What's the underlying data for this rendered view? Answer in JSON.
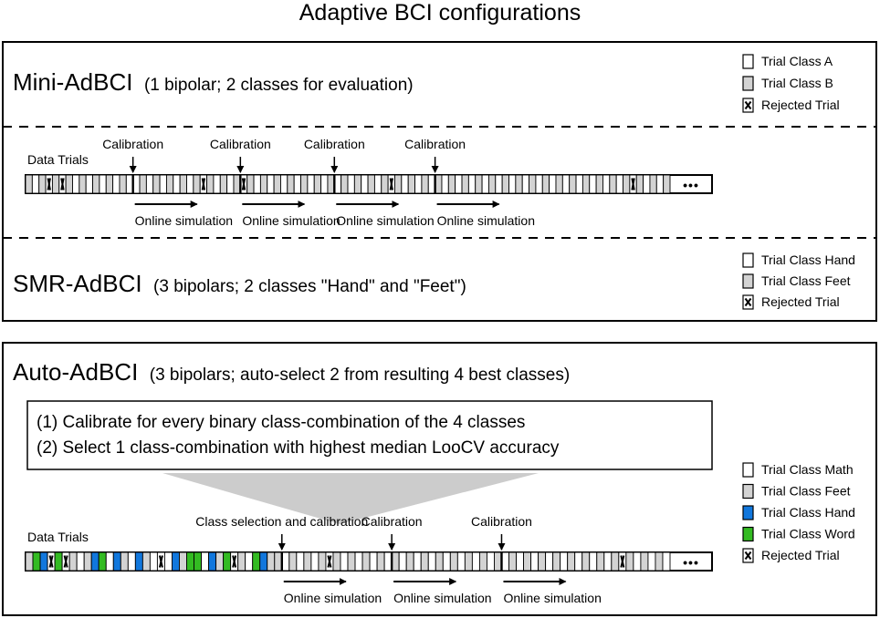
{
  "title": "Adaptive BCI configurations",
  "colors": {
    "class_a": "#ffffff",
    "class_b": "#d3d3d3",
    "hand_blue": "#1177dd",
    "word_green": "#33bb22",
    "funnel_gray": "#cccccc",
    "border": "#000000"
  },
  "mini": {
    "name": "Mini-AdBCI",
    "desc": "(1 bipolar; 2 classes for evaluation)",
    "legend": [
      {
        "label": "Trial Class A",
        "type": "A"
      },
      {
        "label": "Trial Class B",
        "type": "B"
      },
      {
        "label": "Rejected Trial",
        "type": "X"
      }
    ],
    "data_trials_label": "Data Trials",
    "trials": [
      "B",
      "A",
      "B",
      "X",
      "B",
      "X",
      "B",
      "A",
      "B",
      "A",
      "B",
      "A",
      "B",
      "A",
      "B",
      "A",
      "A",
      "B",
      "A",
      "B",
      "A",
      "B",
      "A",
      "B",
      "A",
      "B",
      "X",
      "B",
      "A",
      "B",
      "A",
      "B",
      "X",
      "B",
      "A",
      "B",
      "A",
      "B",
      "A",
      "B",
      "A",
      "B",
      "A",
      "B",
      "A",
      "B",
      "A",
      "B",
      "A",
      "B",
      "A",
      "B",
      "A",
      "B",
      "X",
      "B",
      "A",
      "B",
      "A",
      "B",
      "A",
      "B",
      "A",
      "B",
      "A",
      "B",
      "A",
      "B",
      "A",
      "B",
      "A",
      "B",
      "A",
      "B",
      "A",
      "B",
      "A",
      "B",
      "A",
      "B",
      "A",
      "B",
      "A",
      "B",
      "A",
      "B",
      "A",
      "B",
      "A",
      "B",
      "X",
      "B",
      "A",
      "B",
      "A",
      "B"
    ],
    "calibration_label": "Calibration",
    "calibration_after": [
      16,
      32,
      46,
      61
    ],
    "online_label": "Online simulation",
    "ellipsis": "•••"
  },
  "smr": {
    "name": "SMR-AdBCI",
    "desc": "(3 bipolars; 2 classes \"Hand\" and \"Feet\")",
    "legend": [
      {
        "label": "Trial Class Hand",
        "type": "A"
      },
      {
        "label": "Trial Class Feet",
        "type": "B"
      },
      {
        "label": "Rejected Trial",
        "type": "X"
      }
    ]
  },
  "auto": {
    "name": "Auto-AdBCI",
    "desc": "(3 bipolars; auto-select 2 from resulting 4 best classes)",
    "steps": [
      "(1) Calibrate for every binary class-combination of the 4 classes",
      "(2) Select 1 class-combination with highest median LooCV accuracy"
    ],
    "legend": [
      {
        "label": "Trial Class Math",
        "type": "A"
      },
      {
        "label": "Trial Class Feet",
        "type": "B"
      },
      {
        "label": "Trial Class Hand",
        "type": "H"
      },
      {
        "label": "Trial Class Word",
        "type": "W"
      },
      {
        "label": "Rejected Trial",
        "type": "X"
      }
    ],
    "data_trials_label": "Data Trials",
    "trials": [
      "B",
      "W",
      "H",
      "X",
      "W",
      "X",
      "B",
      "A",
      "B",
      "H",
      "W",
      "A",
      "H",
      "B",
      "A",
      "H",
      "B",
      "A",
      "X",
      "A",
      "H",
      "B",
      "W",
      "W",
      "A",
      "H",
      "B",
      "W",
      "X",
      "B",
      "A",
      "W",
      "H",
      "B",
      "B",
      "A",
      "B",
      "A",
      "B",
      "A",
      "B",
      "X",
      "B",
      "A",
      "B",
      "A",
      "B",
      "A",
      "B",
      "A",
      "B",
      "A",
      "B",
      "A",
      "B",
      "A",
      "B",
      "A",
      "B",
      "A",
      "B",
      "A",
      "B",
      "A",
      "B",
      "A",
      "B",
      "A",
      "B",
      "A",
      "B",
      "A",
      "B",
      "A",
      "B",
      "A",
      "B",
      "A",
      "B",
      "A",
      "B",
      "X",
      "B",
      "A",
      "B",
      "A",
      "B",
      "A"
    ],
    "class_sel_label": "Class selection and calibration",
    "calibration_label": "Calibration",
    "calibration_after": [
      35,
      50,
      65
    ],
    "online_label": "Online simulation",
    "ellipsis": "•••"
  }
}
